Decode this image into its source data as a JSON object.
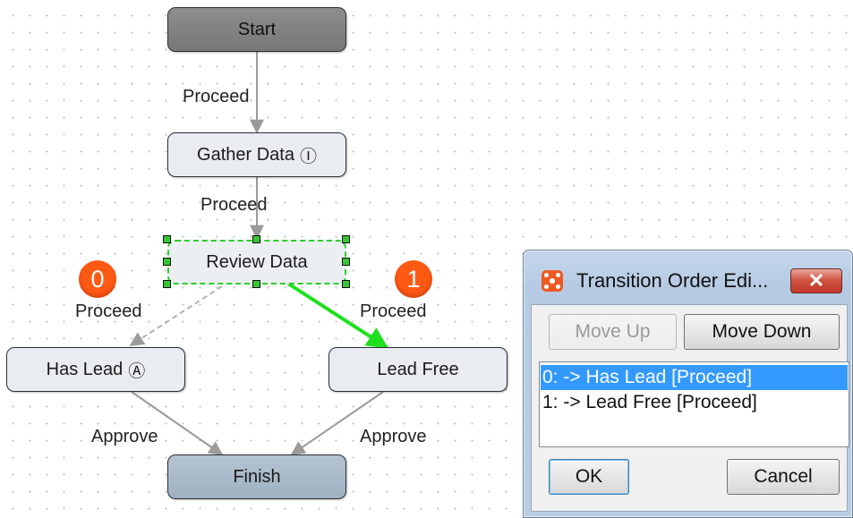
{
  "workflow": {
    "nodes": {
      "start": "Start",
      "gather": "Gather Data",
      "gather_marker": "Ⓘ",
      "review": "Review Data",
      "has_lead": "Has Lead",
      "has_lead_marker": "Ⓐ",
      "lead_free": "Lead Free",
      "finish": "Finish"
    },
    "edge_labels": {
      "start_to_gather": "Proceed",
      "gather_to_review": "Proceed",
      "review_to_has_lead": "Proceed",
      "review_to_lead_free": "Proceed",
      "has_lead_to_finish": "Approve",
      "lead_free_to_finish": "Approve"
    },
    "order_badges": [
      "0",
      "1"
    ],
    "colors": {
      "selection": "#2bcf2b",
      "badge": "#ff5a14",
      "edge": "#9a9a9a"
    }
  },
  "dialog": {
    "title": "Transition Order Edi...",
    "close_glyph": "✕",
    "move_up_label": "Move Up",
    "move_down_label": "Move Down",
    "items": [
      "0: -> Has Lead [Proceed]",
      "1: -> Lead Free [Proceed]"
    ],
    "selected_index": 0,
    "ok_label": "OK",
    "cancel_label": "Cancel"
  }
}
